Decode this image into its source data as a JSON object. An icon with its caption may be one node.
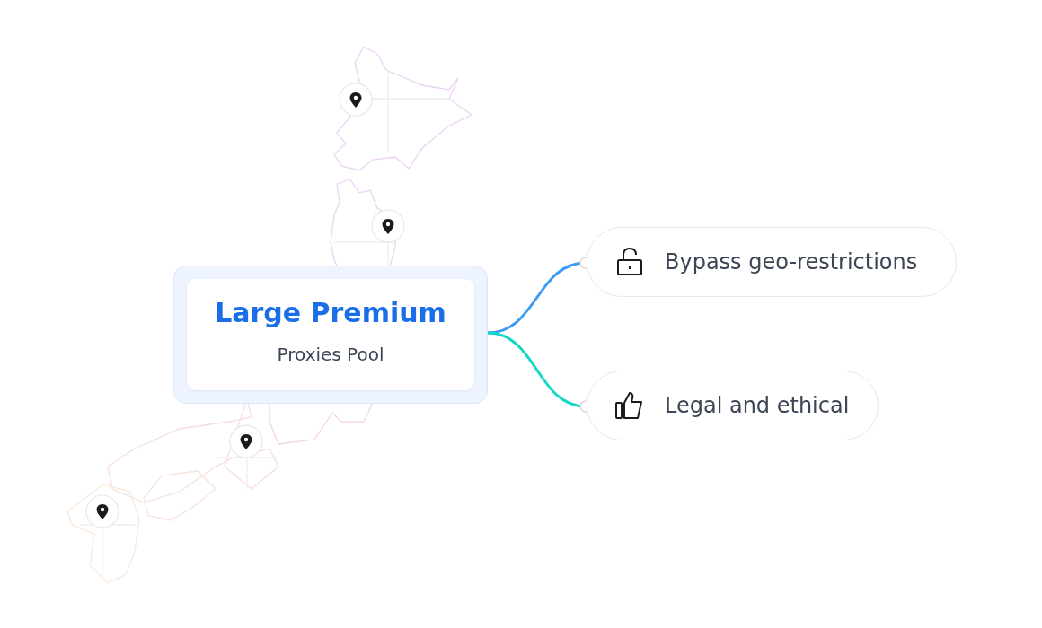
{
  "diagram": {
    "nodes": [
      {
        "text": [
          "Large Premium",
          "Proxies Pool"
        ]
      },
      {
        "text": [
          "Bypass geo-restrictions"
        ]
      },
      {
        "text": [
          "Legal and ethical"
        ]
      }
    ],
    "edges": [
      {
        "from": 0,
        "to": 1,
        "arrow": "other",
        "color": "#3b9cf2"
      },
      {
        "from": 0,
        "to": 2,
        "arrow": "other",
        "color": "#18d6c4"
      }
    ]
  }
}
